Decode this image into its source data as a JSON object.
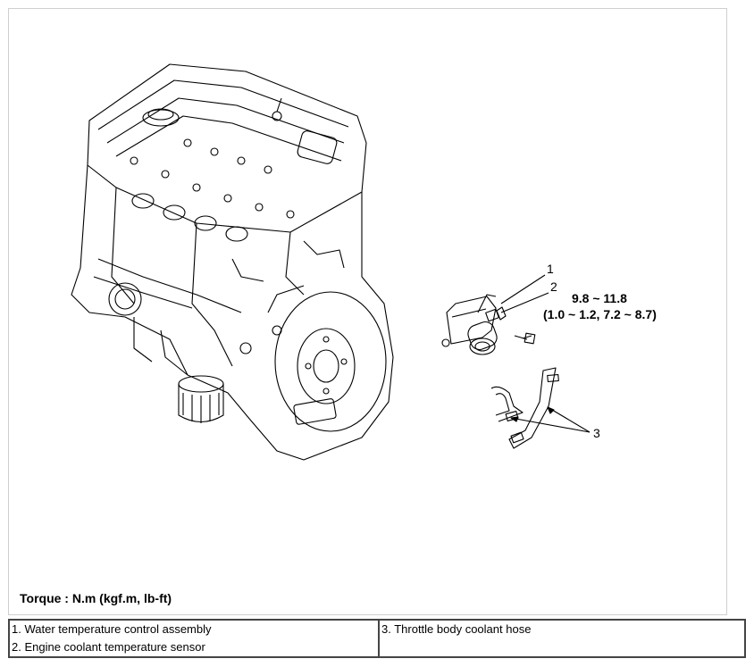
{
  "diagram": {
    "callouts": [
      "1",
      "2",
      "3"
    ],
    "torque_value": "9.8 ~ 11.8",
    "torque_alt": "(1.0 ~ 1.2, 7.2 ~ 8.7)",
    "caption": "Torque : N.m (kgf.m, lb-ft)"
  },
  "legend": {
    "left": [
      "1. Water temperature control assembly",
      "2. Engine coolant temperature sensor"
    ],
    "right": [
      "3. Throttle body coolant hose"
    ]
  }
}
